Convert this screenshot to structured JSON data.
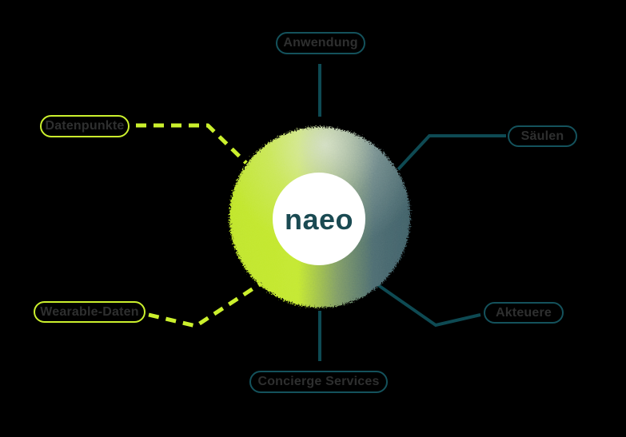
{
  "diagram": {
    "center_logo": "naeo",
    "nodes": [
      {
        "id": "anwendung",
        "label": "Anwendung",
        "variant": "teal",
        "position": "top",
        "connector": "solid"
      },
      {
        "id": "saeulen",
        "label": "Säulen",
        "variant": "teal",
        "position": "right-upper",
        "connector": "solid"
      },
      {
        "id": "akteuere",
        "label": "Akteuere",
        "variant": "teal",
        "position": "right-lower",
        "connector": "solid"
      },
      {
        "id": "concierge_services",
        "label": "Concierge Services",
        "variant": "teal",
        "position": "bottom",
        "connector": "solid"
      },
      {
        "id": "datenpunkte",
        "label": "Datenpunkte",
        "variant": "chartreuse",
        "position": "left-upper",
        "connector": "dashed"
      },
      {
        "id": "wearable_daten",
        "label": "Wearable-Daten",
        "variant": "chartreuse",
        "position": "left-lower",
        "connector": "dashed"
      }
    ]
  },
  "colors": {
    "background": "#000000",
    "teal_line": "#0e4a53",
    "teal_border": "#14525c",
    "chartreuse": "#cbf02d",
    "label_text": "#2e2f2f",
    "logo_text": "#1a4a52",
    "ball_left": "#c3e826",
    "ball_right": "#3d5f67",
    "ball_top_glow": "#dde5d6",
    "inner_circle": "#ffffff"
  }
}
